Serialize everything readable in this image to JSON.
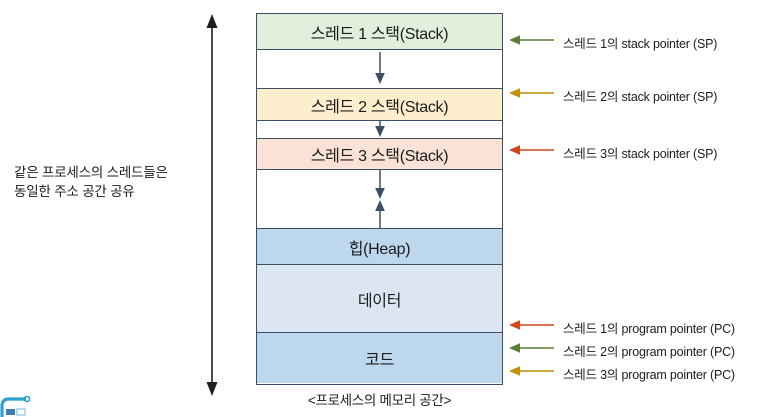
{
  "diagram": {
    "left_note": {
      "line1": "같은 프로세스의 스레드들은",
      "line2": "동일한 주소 공간 공유"
    },
    "bottom_caption": "<프로세스의 메모리 공간>",
    "span_arrow_name": "address-space-span-arrow",
    "memory_bands": [
      {
        "label": "스레드 1 스택(Stack)",
        "color": "#e2efdc",
        "name": "thread-1-stack-band"
      },
      {
        "label": "",
        "color": "#ffffff",
        "name": "stack-gap-1"
      },
      {
        "label": "스레드 2 스택(Stack)",
        "color": "#fdefcd",
        "name": "thread-2-stack-band"
      },
      {
        "label": "",
        "color": "#ffffff",
        "name": "stack-gap-2"
      },
      {
        "label": "스레드 3 스택(Stack)",
        "color": "#fae3d6",
        "name": "thread-3-stack-band"
      },
      {
        "label": "",
        "color": "#ffffff",
        "name": "stack-heap-gap"
      },
      {
        "label": "힙(Heap)",
        "color": "#bdd7ee",
        "name": "heap-band"
      },
      {
        "label": "데이터",
        "color": "#dce6f2",
        "name": "data-band"
      },
      {
        "label": "코드",
        "color": "#bdd7ee",
        "name": "code-band"
      }
    ],
    "annotations": [
      {
        "text": "스레드 1의 stack pointer (SP)",
        "color": "#5a7d3a",
        "name": "annotation-thread-1-sp"
      },
      {
        "text": "스레드 2의 stack pointer (SP)",
        "color": "#bf9000",
        "name": "annotation-thread-2-sp"
      },
      {
        "text": "스레드 3의 stack pointer (SP)",
        "color": "#d0451b",
        "name": "annotation-thread-3-sp"
      },
      {
        "text": "스레드 1의 program pointer (PC)",
        "color": "#d0451b",
        "name": "annotation-thread-1-pc"
      },
      {
        "text": "스레드 2의 program pointer (PC)",
        "color": "#5a7d3a",
        "name": "annotation-thread-2-pc"
      },
      {
        "text": "스레드 3의 program pointer (PC)",
        "color": "#bf9000",
        "name": "annotation-thread-3-pc"
      }
    ],
    "colors": {
      "border": "#3d4f63",
      "arrow": "#3d4f63",
      "text": "#1c1c1c"
    }
  }
}
